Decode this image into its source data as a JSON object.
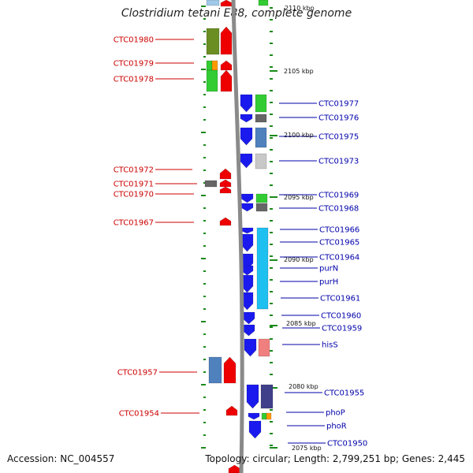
{
  "title": "Clostridium tetani E88, complete genome",
  "footer": {
    "accession": "Accession: NC_004557",
    "topology": "Topology: circular; Length: 2,799,251 bp; Genes: 2,445"
  },
  "colors": {
    "left_label": "#cc0000",
    "right_label": "#0000aa",
    "reverse_arrow": "#ee0000",
    "forward_arrow": "#1a1aee",
    "backbone": "#808080",
    "ruler_tick": "#1a8a1a"
  },
  "scale_labels": [
    "2110 kbp",
    "2105 kbp",
    "2100 kbp",
    "2095 kbp",
    "2090 kbp",
    "2085 kbp",
    "2080 kbp",
    "2075 kbp"
  ],
  "left_genes": [
    "CTC01980",
    "CTC01979",
    "CTC01978",
    "CTC01972",
    "CTC01971",
    "CTC01970",
    "CTC01967",
    "CTC01957",
    "CTC01954"
  ],
  "right_genes": [
    "CTC01977",
    "CTC01976",
    "CTC01975",
    "CTC01973",
    "CTC01969",
    "CTC01968",
    "CTC01966",
    "CTC01965",
    "CTC01964",
    "purN",
    "purH",
    "CTC01961",
    "CTC01960",
    "CTC01959",
    "hisS",
    "CTC01955",
    "phoP",
    "phoR",
    "CTC01950"
  ]
}
